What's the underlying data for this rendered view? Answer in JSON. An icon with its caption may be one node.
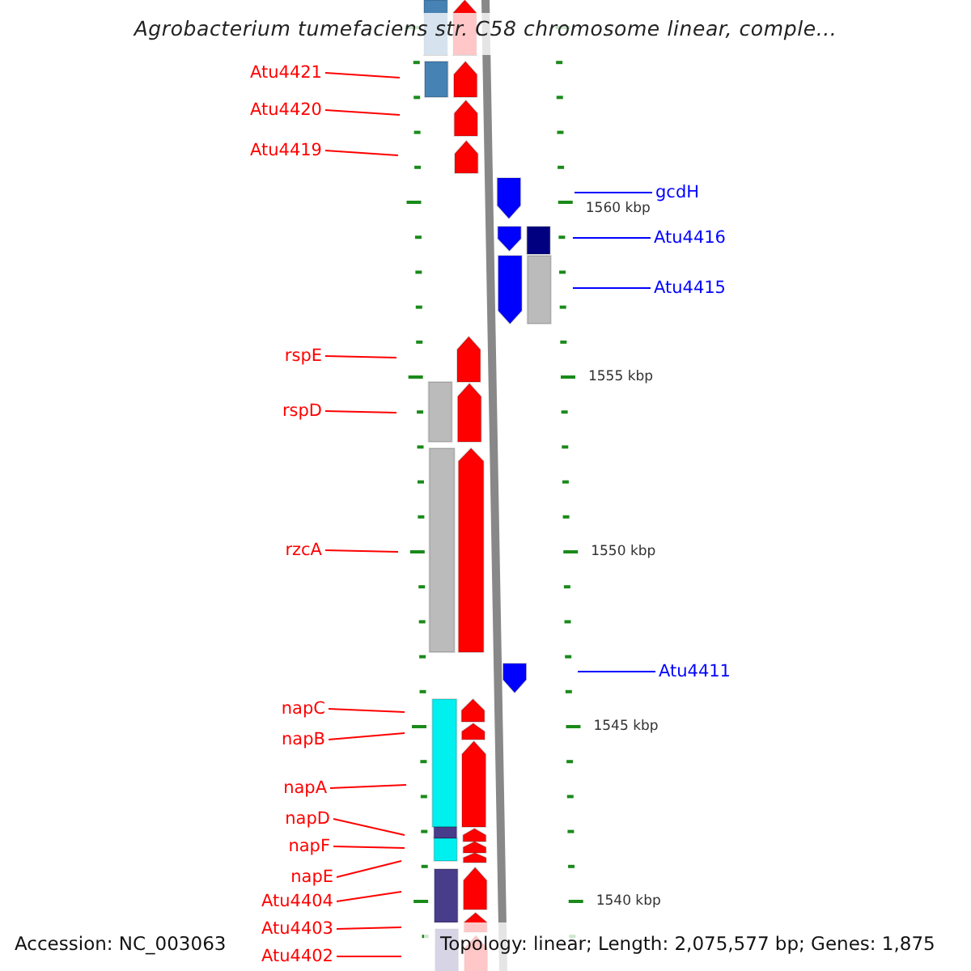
{
  "diagram": {
    "title": "Agrobacterium tumefaciens str. C58 chromosome linear, comple...",
    "nodes": [
      {
        "text": [
          "Atu4421"
        ]
      },
      {
        "text": [
          "Atu4420"
        ]
      },
      {
        "text": [
          "Atu4419"
        ]
      },
      {
        "text": [
          "rspE"
        ]
      },
      {
        "text": [
          "rspD"
        ]
      },
      {
        "text": [
          "rzcA"
        ]
      },
      {
        "text": [
          "napC"
        ]
      },
      {
        "text": [
          "napB"
        ]
      },
      {
        "text": [
          "napA"
        ]
      },
      {
        "text": [
          "napD"
        ]
      },
      {
        "text": [
          "napF"
        ]
      },
      {
        "text": [
          "napE"
        ]
      },
      {
        "text": [
          "Atu4404"
        ]
      },
      {
        "text": [
          "Atu4403"
        ]
      },
      {
        "text": [
          "Atu4402"
        ]
      },
      {
        "text": [
          "gcdH"
        ]
      },
      {
        "text": [
          "Atu4416"
        ]
      },
      {
        "text": [
          "Atu4415"
        ]
      },
      {
        "text": [
          "Atu4411"
        ]
      }
    ],
    "edges": [
      {
        "from": 0,
        "to": null,
        "arrow": "none"
      },
      {
        "from": 1,
        "to": null,
        "arrow": "none"
      },
      {
        "from": 2,
        "to": null,
        "arrow": "none"
      },
      {
        "from": 3,
        "to": null,
        "arrow": "none"
      },
      {
        "from": 4,
        "to": null,
        "arrow": "none"
      },
      {
        "from": 5,
        "to": null,
        "arrow": "none"
      },
      {
        "from": 6,
        "to": null,
        "arrow": "none"
      },
      {
        "from": 7,
        "to": null,
        "arrow": "none"
      },
      {
        "from": 8,
        "to": null,
        "arrow": "none"
      },
      {
        "from": 9,
        "to": null,
        "arrow": "none"
      },
      {
        "from": 10,
        "to": null,
        "arrow": "none"
      },
      {
        "from": 11,
        "to": null,
        "arrow": "none"
      },
      {
        "from": 12,
        "to": null,
        "arrow": "none"
      },
      {
        "from": 13,
        "to": null,
        "arrow": "none"
      },
      {
        "from": 14,
        "to": null,
        "arrow": "none"
      },
      {
        "from": 15,
        "to": null,
        "arrow": "none",
        "color": "#0000ff"
      },
      {
        "from": 16,
        "to": null,
        "arrow": "none",
        "color": "#0000ff"
      },
      {
        "from": 17,
        "to": null,
        "arrow": "none",
        "color": "#0000ff"
      },
      {
        "from": 18,
        "to": null,
        "arrow": "none",
        "color": "#0000ff"
      }
    ],
    "labels": [
      "1560 kbp",
      "1555 kbp",
      "1550 kbp",
      "1545 kbp",
      "1540 kbp",
      "Accession: NC_003063",
      "Topology: linear; Length: 2,075,577 bp; Genes: 1,875"
    ]
  }
}
